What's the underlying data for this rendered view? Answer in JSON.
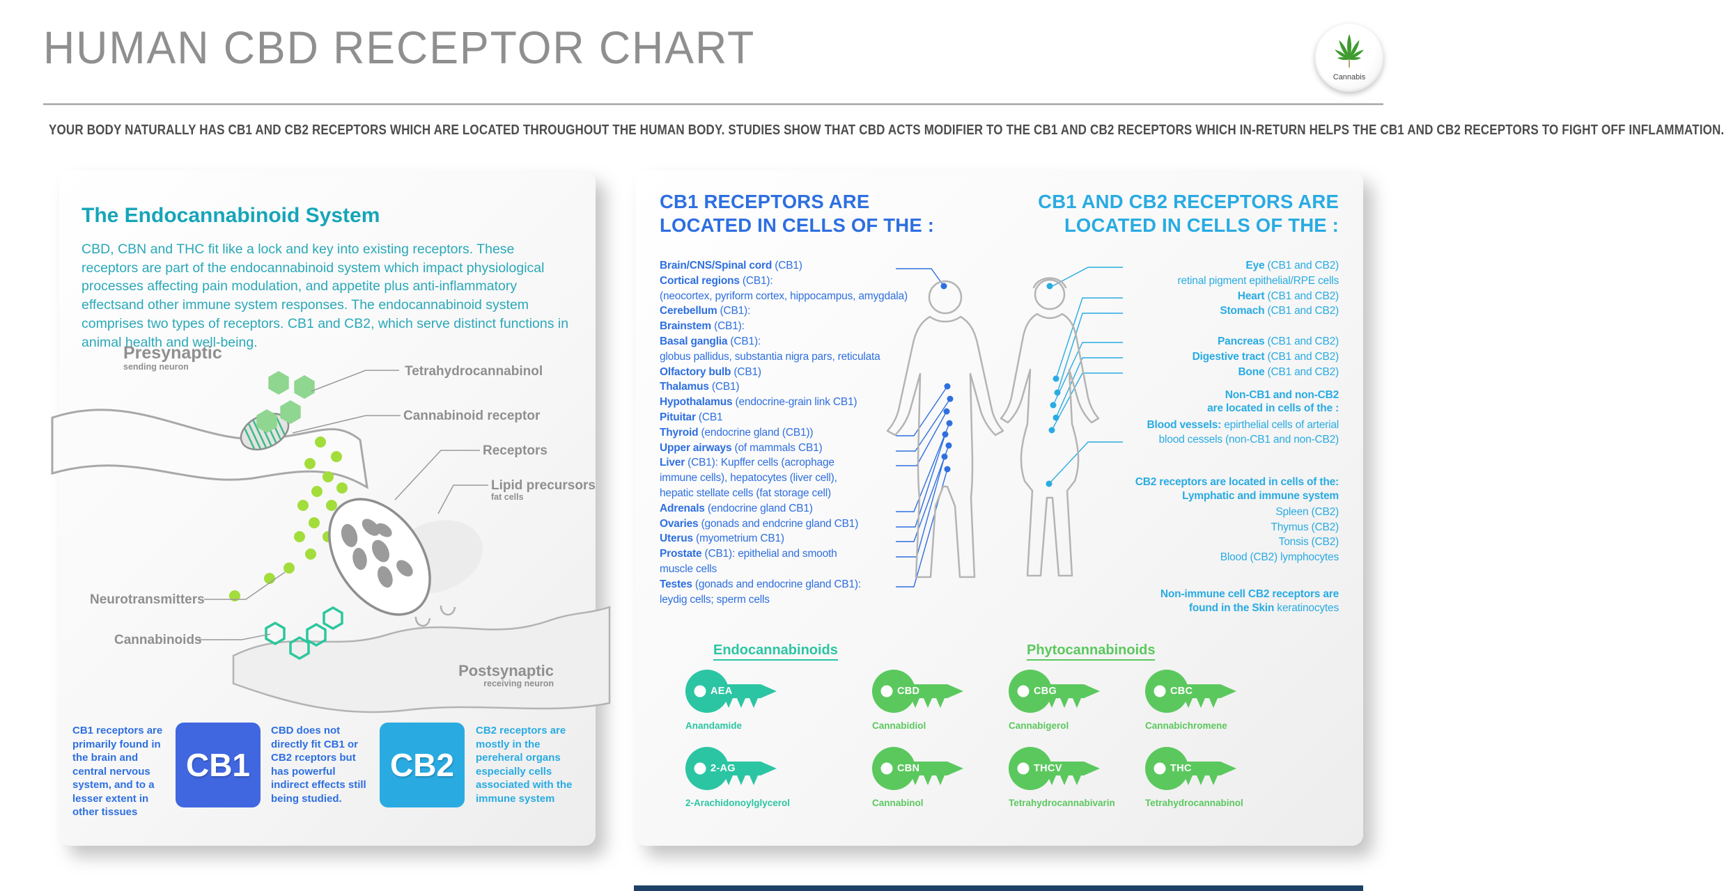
{
  "header": {
    "title": "HUMAN CBD RECEPTOR CHART",
    "subtitle": "YOUR BODY NATURALLY HAS CB1 AND CB2 RECEPTORS WHICH ARE LOCATED THROUGHOUT THE HUMAN BODY. STUDIES SHOW THAT CBD ACTS MODIFIER TO THE CB1 AND CB2 RECEPTORS WHICH IN-RETURN HELPS THE CB1 AND CB2 RECEPTORS TO FIGHT OFF INFLAMMATION.",
    "logo_label": "Cannabis"
  },
  "left_panel": {
    "heading": "The Endocannabinoid System",
    "paragraph": "CBD, CBN and THC fit like a lock and key into existing receptors. These receptors are part of the endocannabinoid system which impact physiological processes affecting pain modulation, and appetite plus anti-inflammatory effectsand other immune system responses. The endocannabinoid system comprises two types of receptors. CB1 and CB2, which serve distinct functions in animal health and well-being.",
    "diagram": {
      "presynaptic": "Presynaptic",
      "presynaptic_sub": "sending neuron",
      "thc": "Tetrahydrocannabinol",
      "cannabinoid_receptor": "Cannabinoid receptor",
      "receptors": "Receptors",
      "lipid_precursors": "Lipid precursors",
      "lipid_sub": "fat cells",
      "neurotransmitters": "Neurotransmitters",
      "cannabinoids": "Cannabinoids",
      "postsynaptic": "Postsynaptic",
      "postsynaptic_sub": "receiving neuron"
    },
    "cb1_note": "CB1 receptors are primarily found in the brain and central nervous system, and to a lesser extent in other tissues",
    "cb1_label": "CB1",
    "cbd_note": "CBD does not directly fit CB1 or CB2 rceptors but has powerful indirect effects still being studied.",
    "cb2_label": "CB2",
    "cb2_note": "CB2 receptors are mostly in the pereheral organs especially cells associated with the immune system"
  },
  "right_panel": {
    "cb1_heading": "CB1 RECEPTORS ARE LOCATED IN CELLS OF THE :",
    "cb1cb2_heading": "CB1 AND CB2 RECEPTORS ARE LOCATED IN CELLS OF THE :",
    "cb1_list": [
      {
        "b": "Brain/CNS/Spinal cord",
        "t": " (CB1)"
      },
      {
        "b": "Cortical regions",
        "t": " (CB1):"
      },
      {
        "b": "",
        "t": "(neocortex, pyriform cortex, hippocampus, amygdala)"
      },
      {
        "b": "Cerebellum",
        "t": " (CB1):"
      },
      {
        "b": "Brainstem",
        "t": " (CB1):"
      },
      {
        "b": "Basal ganglia",
        "t": " (CB1):"
      },
      {
        "b": "",
        "t": "globus pallidus, substantia nigra pars, reticulata"
      },
      {
        "b": "Olfactory bulb",
        "t": " (CB1)"
      },
      {
        "b": "Thalamus",
        "t": " (CB1)"
      },
      {
        "b": "Hypothalamus",
        "t": " (endocrine-grain link CB1)"
      },
      {
        "b": "Pituitar",
        "t": " (CB1"
      },
      {
        "b": "Thyroid",
        "t": " (endocrine gland (CB1))"
      },
      {
        "b": "Upper airways",
        "t": " (of mammals CB1)"
      },
      {
        "b": "Liver",
        "t": " (CB1): Kupffer cells (acrophage"
      },
      {
        "b": "",
        "t": "immune cells), hepatocytes (liver cell),"
      },
      {
        "b": "",
        "t": "hepatic stellate cells (fat storage cell)"
      },
      {
        "b": "Adrenals",
        "t": " (endocrine gland CB1)"
      },
      {
        "b": "Ovaries",
        "t": " (gonads and endcrine gland CB1)"
      },
      {
        "b": "Uterus",
        "t": " (myometrium CB1)"
      },
      {
        "b": "Prostate",
        "t": " (CB1): epithelial and smooth"
      },
      {
        "b": "",
        "t": "muscle cells"
      },
      {
        "b": "Testes",
        "t": " (gonads and endocrine gland CB1):"
      },
      {
        "b": "",
        "t": "leydig cells; sperm cells"
      }
    ],
    "cb1cb2_group1": [
      {
        "b": "Eye",
        "t": " (CB1 and CB2)"
      },
      {
        "b": "",
        "t": "retinal pigment epithelial/RPE cells"
      },
      {
        "b": "Heart",
        "t": " (CB1 and CB2)"
      },
      {
        "b": "Stomach",
        "t": " (CB1 and CB2)"
      }
    ],
    "cb1cb2_group2": [
      {
        "b": "Pancreas",
        "t": " (CB1 and CB2)"
      },
      {
        "b": "Digestive tract",
        "t": " (CB1 and CB2)"
      },
      {
        "b": "Bone",
        "t": " (CB1 and CB2)"
      }
    ],
    "non_cb_line1": "Non-CB1 and non-CB2",
    "non_cb_line2": "are located in cells of the :",
    "bv_bold": "Blood vessels:",
    "bv_rest": " epirthelial cells of arterial",
    "bv_line2": "blood cessels (non-CB1 and non-CB2)",
    "cb2_head_line1": "CB2 receptors are located in cells of the:",
    "cb2_head_line2": "Lymphatic and immune system",
    "cb2_list": [
      "Spleen (CB2)",
      "Thymus (CB2)",
      "Tonsis (CB2)",
      "Blood (CB2) lymphocytes"
    ],
    "skin_line1": "Non-immune cell CB2 receptors are",
    "skin_line2_bold": "found in the Skin",
    "skin_line2_rest": " keratinocytes",
    "endo_heading": "Endocannabinoids",
    "phyto_heading": "Phytocannabinoids",
    "keys": [
      {
        "abbr": "AEA",
        "name": "Anandamide",
        "type": "endo"
      },
      {
        "abbr": "CBD",
        "name": "Cannabidiol",
        "type": "phyto"
      },
      {
        "abbr": "CBG",
        "name": "Cannabigerol",
        "type": "phyto"
      },
      {
        "abbr": "CBC",
        "name": "Cannabichromene",
        "type": "phyto"
      },
      {
        "abbr": "2-AG",
        "name": "2-Arachidonoylglycerol",
        "type": "endo"
      },
      {
        "abbr": "CBN",
        "name": "Cannabinol",
        "type": "phyto"
      },
      {
        "abbr": "THCV",
        "name": "Tetrahydrocannabivarin",
        "type": "phyto"
      },
      {
        "abbr": "THC",
        "name": "Tetrahydrocannabinol",
        "type": "phyto"
      }
    ]
  },
  "colors": {
    "blue": "#2e6fe0",
    "cyan": "#29abe2",
    "teal": "#16a5b8",
    "key_teal": "#2cc5a3",
    "key_green": "#5bc85e",
    "cb1_box": "#4067e0",
    "cb2_box": "#29abe2",
    "lime": "#a2dd3c",
    "hex_green": "#8fd690",
    "hex_teal": "#2bc79c",
    "title_gray": "#8f8f8f",
    "footer_navy": "#1d4166"
  }
}
